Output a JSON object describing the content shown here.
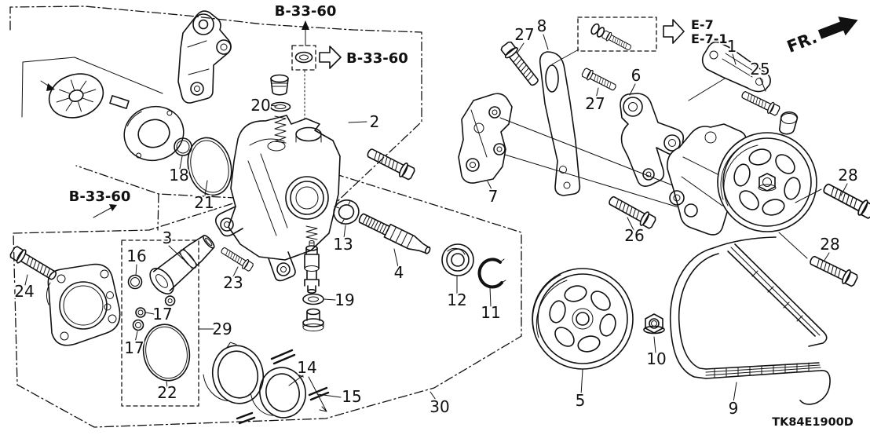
{
  "diagram": {
    "code": "TK84E1900D",
    "front_label": "FR.",
    "refs": {
      "b3360_top": "B-33-60",
      "b3360_right": "B-33-60",
      "b3360_left": "B-33-60",
      "e7": "E-7",
      "e7_1": "E-7-1"
    },
    "callouts": {
      "n1": "1",
      "n2": "2",
      "n3": "3",
      "n4": "4",
      "n5": "5",
      "n6": "6",
      "n7": "7",
      "n8": "8",
      "n9": "9",
      "n10": "10",
      "n11": "11",
      "n12": "12",
      "n13": "13",
      "n14": "14",
      "n15": "15",
      "n16": "16",
      "n17a": "17",
      "n17b": "17",
      "n18": "18",
      "n19": "19",
      "n20": "20",
      "n21": "21",
      "n22": "22",
      "n23": "23",
      "n24": "24",
      "n25": "25",
      "n26": "26",
      "n27a": "27",
      "n27b": "27",
      "n28a": "28",
      "n28b": "28",
      "n29": "29",
      "n30": "30"
    }
  },
  "colors": {
    "line": "#111111",
    "background": "#ffffff"
  }
}
